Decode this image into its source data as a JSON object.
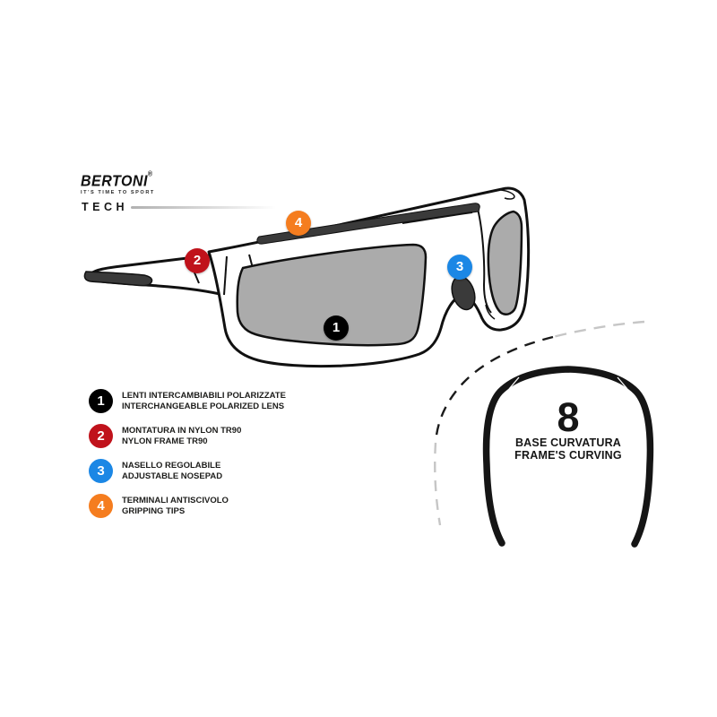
{
  "brand": {
    "name": "BERTONI",
    "registered_mark": "®",
    "tagline": "IT'S TIME TO SPORT",
    "collection": "TECH"
  },
  "diagram": {
    "subject": "sport sunglasses technical features",
    "callouts": [
      {
        "number": "1",
        "color": "#000000",
        "label_it": "LENTI INTERCAMBIABILI POLARIZZATE",
        "label_en": "INTERCHANGEABLE POLARIZED LENS"
      },
      {
        "number": "2",
        "color": "#c0121b",
        "label_it": "MONTATURA IN NYLON TR90",
        "label_en": "NYLON FRAME TR90"
      },
      {
        "number": "3",
        "color": "#1b87e5",
        "label_it": "NASELLO REGOLABILE",
        "label_en": "ADJUSTABLE NOSEPAD"
      },
      {
        "number": "4",
        "color": "#f57d1f",
        "label_it": "TERMINALI ANTISCIVOLO",
        "label_en": "GRIPPING TIPS"
      }
    ]
  },
  "curvature": {
    "value": "8",
    "line_it": "BASE CURVATURA",
    "line_en": "FRAME'S CURVING"
  },
  "colors": {
    "lens_gray": "#ababab",
    "rubber_dark": "#3a3a3a",
    "outline": "#111111",
    "dashed_gray": "#c6c6c6"
  }
}
